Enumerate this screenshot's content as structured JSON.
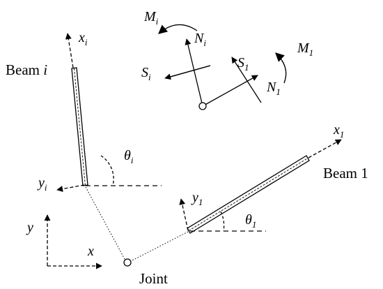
{
  "beam_labels": {
    "beam_i": "Beam",
    "beam_i_index": "i",
    "beam_1": "Beam 1"
  },
  "joint_label": "Joint",
  "axes": {
    "xi": {
      "base": "x",
      "sub": "i"
    },
    "yi": {
      "base": "y",
      "sub": "i"
    },
    "x1": {
      "base": "x",
      "sub": "1"
    },
    "y1": {
      "base": "y",
      "sub": "1"
    },
    "global_x": "x",
    "global_y": "y"
  },
  "angles": {
    "theta_i": {
      "base": "θ",
      "sub": "i"
    },
    "theta_1": {
      "base": "θ",
      "sub": "1"
    }
  },
  "forces": {
    "Mi": {
      "base": "M",
      "sub": "i"
    },
    "M1": {
      "base": "M",
      "sub": "1"
    },
    "Ni": {
      "base": "N",
      "sub": "i"
    },
    "Si": {
      "base": "S",
      "sub": "i"
    },
    "N1": {
      "base": "N",
      "sub": "1"
    },
    "S1": {
      "base": "S",
      "sub": "1"
    }
  }
}
